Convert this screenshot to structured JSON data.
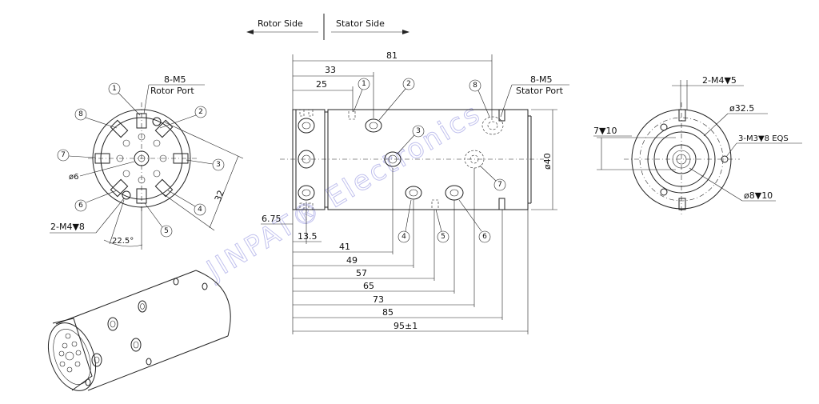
{
  "header": {
    "rotor_side": "Rotor Side",
    "stator_side": "Stator Side"
  },
  "front_view": {
    "port_callout": "8-M5",
    "port_callout_sub": "Rotor Port",
    "center_hole": "ø6",
    "mount_holes": "2-M4▼8",
    "angle": "22.5°",
    "pitch": "32",
    "ports": [
      "1",
      "2",
      "3",
      "4",
      "5",
      "6",
      "7",
      "8"
    ]
  },
  "side_view": {
    "port_callout": "8-M5",
    "port_callout_sub": "Stator Port",
    "dim_top": [
      "81",
      "33",
      "25"
    ],
    "dim_left": [
      "6.75",
      "13.5"
    ],
    "dim_bottom": [
      "41",
      "49",
      "57",
      "65",
      "73",
      "85",
      "95±1"
    ],
    "dim_diameter": "ø40",
    "ports_top": [
      "1",
      "2",
      "8",
      "3",
      "7"
    ],
    "ports_bottom": [
      "4",
      "5",
      "6"
    ]
  },
  "rear_view": {
    "holes_top": "2-M4▼5",
    "bore": "ø32.5",
    "holes_side": "3-M3▼8 EQS",
    "depth": "7▼10",
    "shaft": "ø8▼10"
  },
  "watermark": "JINPAT® Electronics"
}
